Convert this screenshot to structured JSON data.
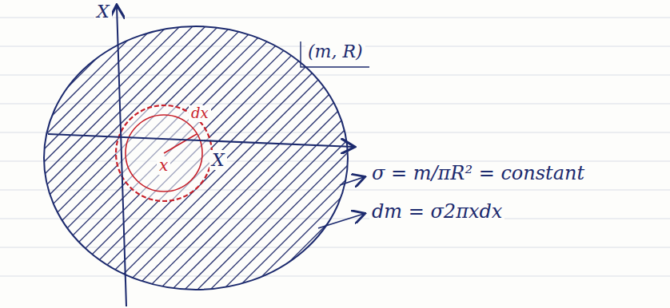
{
  "diagram": {
    "labels": [
      "X",
      "(m, R)",
      "X",
      "x",
      "dx",
      "σ = m/πR² = constant",
      "dm = σ2πxdx"
    ]
  }
}
